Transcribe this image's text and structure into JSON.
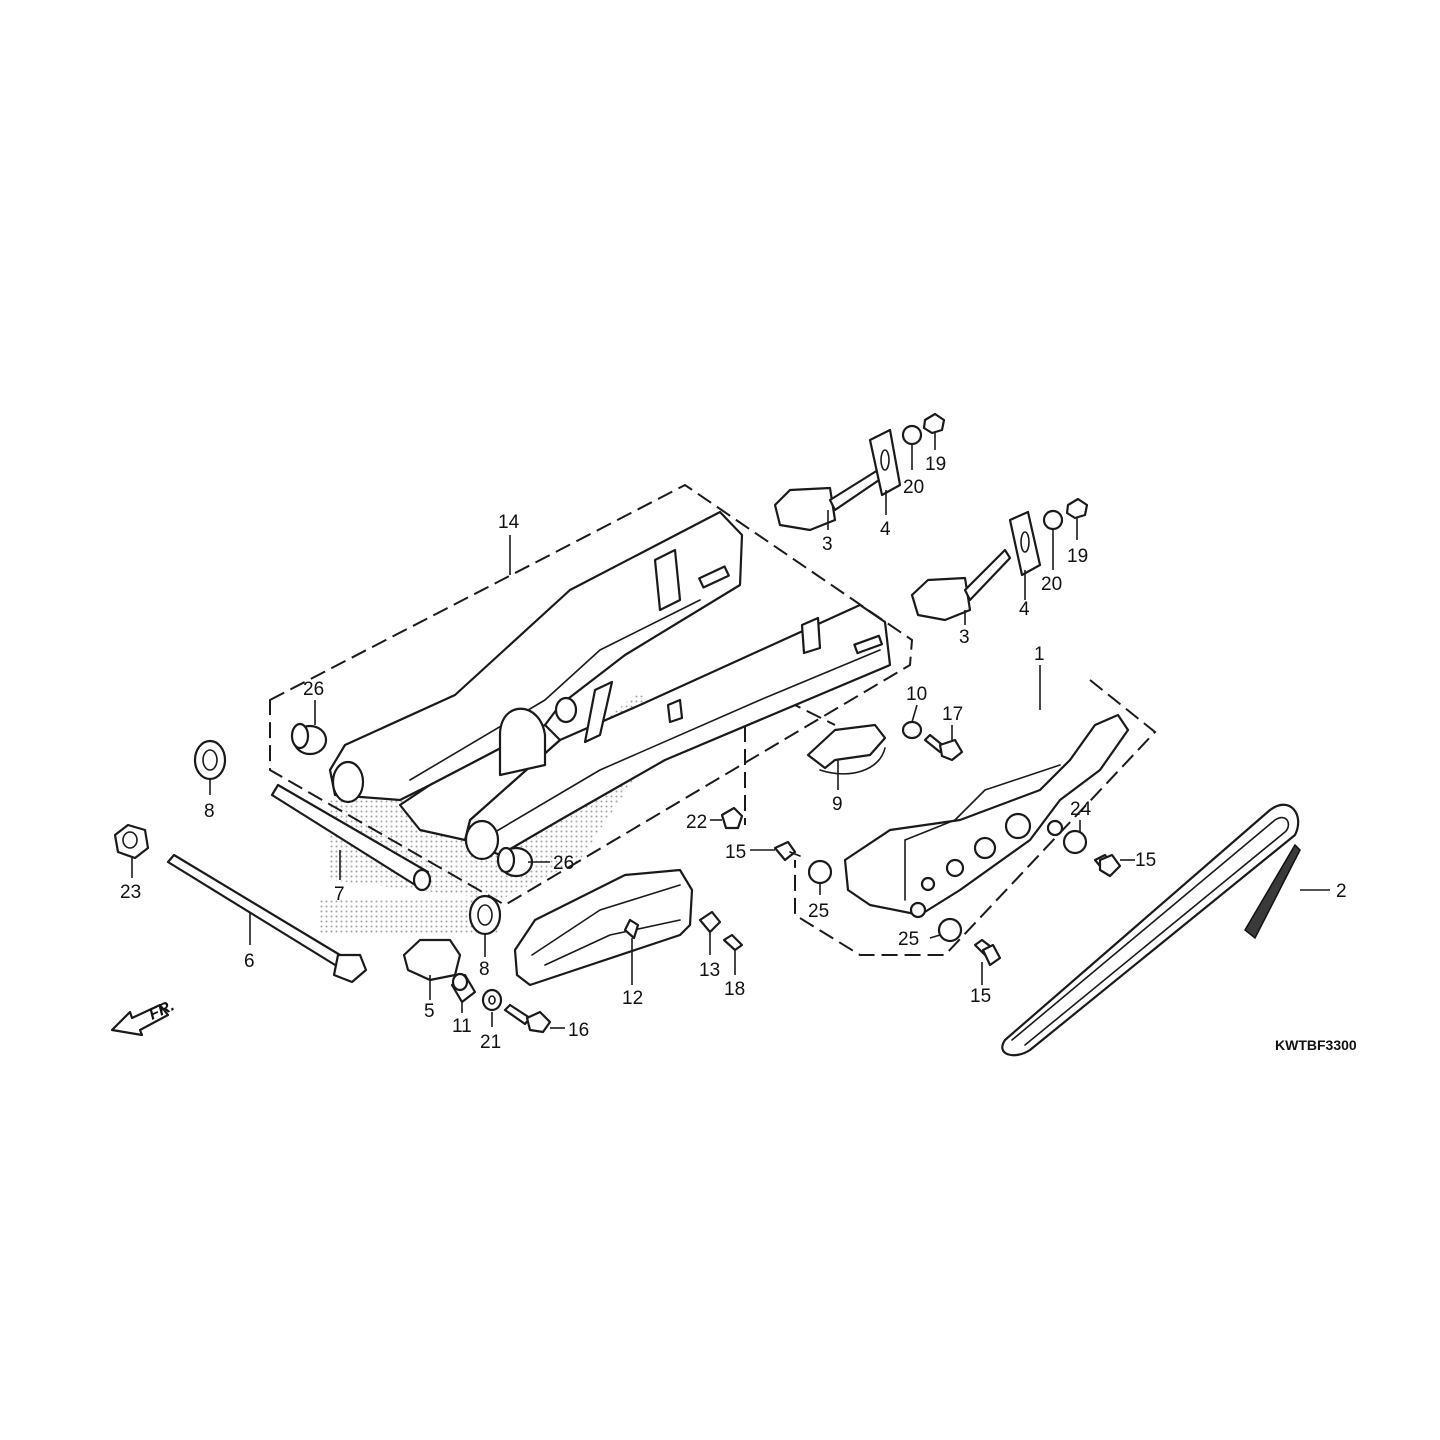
{
  "diagram": {
    "code": "KWTBF3300",
    "front_marker": "FR.",
    "callouts": [
      {
        "id": "c1",
        "label": "1"
      },
      {
        "id": "c2",
        "label": "2"
      },
      {
        "id": "c3a",
        "label": "3"
      },
      {
        "id": "c3b",
        "label": "3"
      },
      {
        "id": "c4a",
        "label": "4"
      },
      {
        "id": "c4b",
        "label": "4"
      },
      {
        "id": "c5",
        "label": "5"
      },
      {
        "id": "c6",
        "label": "6"
      },
      {
        "id": "c7",
        "label": "7"
      },
      {
        "id": "c8a",
        "label": "8"
      },
      {
        "id": "c8b",
        "label": "8"
      },
      {
        "id": "c9",
        "label": "9"
      },
      {
        "id": "c10",
        "label": "10"
      },
      {
        "id": "c11",
        "label": "11"
      },
      {
        "id": "c12",
        "label": "12"
      },
      {
        "id": "c13",
        "label": "13"
      },
      {
        "id": "c14",
        "label": "14"
      },
      {
        "id": "c15a",
        "label": "15"
      },
      {
        "id": "c15b",
        "label": "15"
      },
      {
        "id": "c15c",
        "label": "15"
      },
      {
        "id": "c16",
        "label": "16"
      },
      {
        "id": "c17",
        "label": "17"
      },
      {
        "id": "c18",
        "label": "18"
      },
      {
        "id": "c19a",
        "label": "19"
      },
      {
        "id": "c19b",
        "label": "19"
      },
      {
        "id": "c20a",
        "label": "20"
      },
      {
        "id": "c20b",
        "label": "20"
      },
      {
        "id": "c21",
        "label": "21"
      },
      {
        "id": "c22",
        "label": "22"
      },
      {
        "id": "c23",
        "label": "23"
      },
      {
        "id": "c24",
        "label": "24"
      },
      {
        "id": "c25a",
        "label": "25"
      },
      {
        "id": "c25b",
        "label": "25"
      },
      {
        "id": "c26a",
        "label": "26"
      },
      {
        "id": "c26b",
        "label": "26"
      }
    ]
  }
}
